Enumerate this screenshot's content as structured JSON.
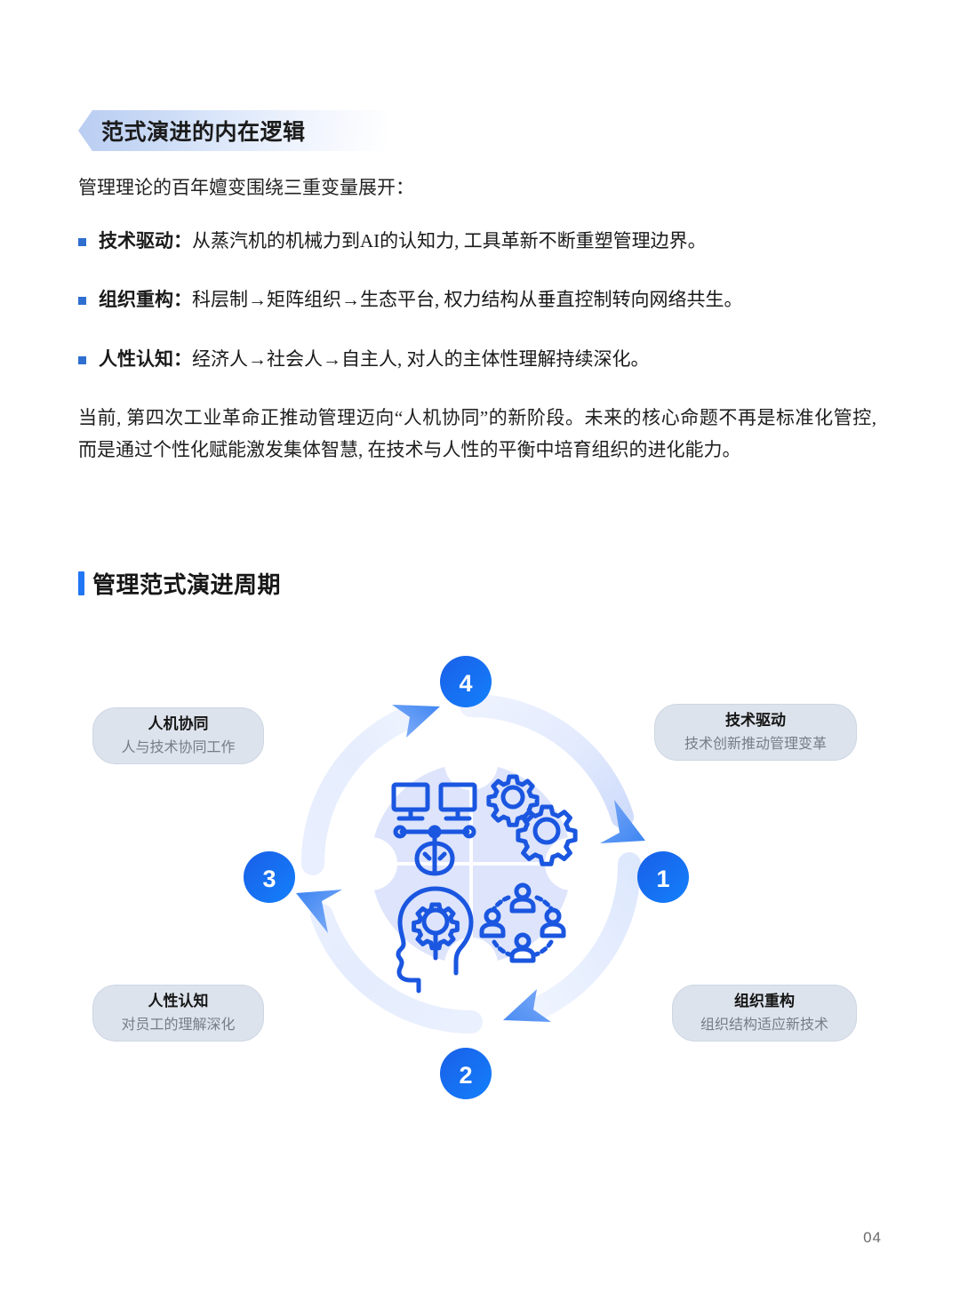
{
  "page": {
    "number": "04"
  },
  "banner": {
    "title": "范式演进的内在逻辑"
  },
  "intro": {
    "lead": "管理理论的百年嬗变围绕三重变量展开："
  },
  "bullets": [
    {
      "term": "技术驱动：",
      "desc": "从蒸汽机的机械力到AI的认知力, 工具革新不断重塑管理边界。"
    },
    {
      "term": "组织重构：",
      "desc": "科层制→矩阵组织→生态平台, 权力结构从垂直控制转向网络共生。"
    },
    {
      "term": "人性认知：",
      "desc": "经济人→社会人→自主人, 对人的主体性理解持续深化。"
    }
  ],
  "paragraph": {
    "text": "当前, 第四次工业革命正推动管理迈向“人机协同”的新阶段。未来的核心命题不再是标准化管控, 而是通过个性化赋能激发集体智慧, 在技术与人性的平衡中培育组织的进化能力。"
  },
  "section": {
    "heading": "管理范式演进周期"
  },
  "cycle": {
    "steps": [
      {
        "number": "1",
        "title": "技术驱动",
        "subtitle": "技术创新推动管理变革",
        "position": "right"
      },
      {
        "number": "2",
        "title": "组织重构",
        "subtitle": "组织结构适应新技术",
        "position": "bottom-right"
      },
      {
        "number": "3",
        "title": "人性认知",
        "subtitle": "对员工的理解深化",
        "position": "bottom-left"
      },
      {
        "number": "4",
        "title": "人机协同",
        "subtitle": "人与技术协同工作",
        "position": "top"
      }
    ],
    "center_icons": [
      {
        "name": "ai-network-icon",
        "quadrant": "top-left"
      },
      {
        "name": "gears-icon",
        "quadrant": "top-right"
      },
      {
        "name": "head-gear-icon",
        "quadrant": "bottom-left"
      },
      {
        "name": "people-network-icon",
        "quadrant": "bottom-right"
      }
    ]
  },
  "colors": {
    "accent": "#2176f5",
    "accent_deep": "#0b5fe0",
    "ring": "#e3eafc",
    "center_fill": "#dde4fb",
    "icon": "#1a56e0",
    "card_bg": "#dde3ec",
    "bullet": "#2f6fd0"
  }
}
